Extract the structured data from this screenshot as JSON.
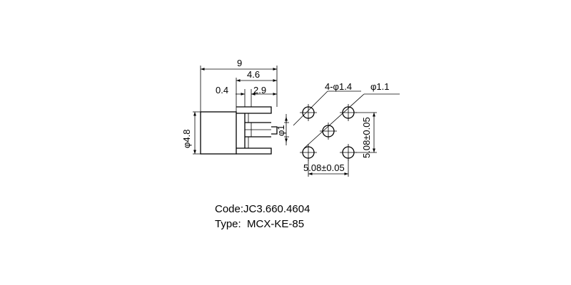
{
  "side_view": {
    "dim_overall": "9",
    "dim_body": "4.6",
    "dim_flange": "0.4",
    "dim_pins": "2.9",
    "dim_diameter": "φ4.8",
    "dim_pin_diameter": "φ1"
  },
  "footprint": {
    "hole_count_label": "4-φ1.4",
    "center_hole_label": "φ1.1",
    "pitch_horizontal": "5.08±0.05",
    "pitch_vertical": "5.08±0.05"
  },
  "info": {
    "code_line": "Code:JC3.660.4604",
    "type_line": "Type:  MCX-KE-85"
  }
}
